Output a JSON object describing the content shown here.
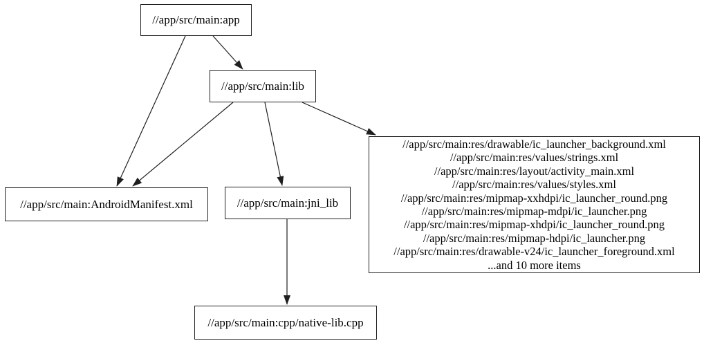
{
  "diagram": {
    "type": "dependency-graph",
    "colors": {
      "background": "#ffffff",
      "node_fill": "#ffffff",
      "node_border": "#1f1f1f",
      "edge": "#1f1f1f",
      "text": "#000000"
    },
    "nodes": {
      "app": {
        "label": "//app/src/main:app"
      },
      "lib": {
        "label": "//app/src/main:lib"
      },
      "android_manifest": {
        "label": "//app/src/main:AndroidManifest.xml"
      },
      "jni_lib": {
        "label": "//app/src/main:jni_lib"
      },
      "res_group": {
        "lines": [
          "//app/src/main:res/drawable/ic_launcher_background.xml",
          "//app/src/main:res/values/strings.xml",
          "//app/src/main:res/layout/activity_main.xml",
          "//app/src/main:res/values/styles.xml",
          "//app/src/main:res/mipmap-xxhdpi/ic_launcher_round.png",
          "//app/src/main:res/mipmap-mdpi/ic_launcher.png",
          "//app/src/main:res/mipmap-xhdpi/ic_launcher_round.png",
          "//app/src/main:res/mipmap-hdpi/ic_launcher.png",
          "//app/src/main:res/drawable-v24/ic_launcher_foreground.xml",
          "...and 10 more items"
        ]
      },
      "native_lib_cpp": {
        "label": "//app/src/main:cpp/native-lib.cpp"
      }
    },
    "edges": [
      {
        "from": "//app/src/main:app",
        "to": "//app/src/main:AndroidManifest.xml"
      },
      {
        "from": "//app/src/main:app",
        "to": "//app/src/main:lib"
      },
      {
        "from": "//app/src/main:lib",
        "to": "//app/src/main:AndroidManifest.xml"
      },
      {
        "from": "//app/src/main:lib",
        "to": "//app/src/main:jni_lib"
      },
      {
        "from": "//app/src/main:lib",
        "to": "res-file-group"
      },
      {
        "from": "//app/src/main:jni_lib",
        "to": "//app/src/main:cpp/native-lib.cpp"
      }
    ]
  }
}
